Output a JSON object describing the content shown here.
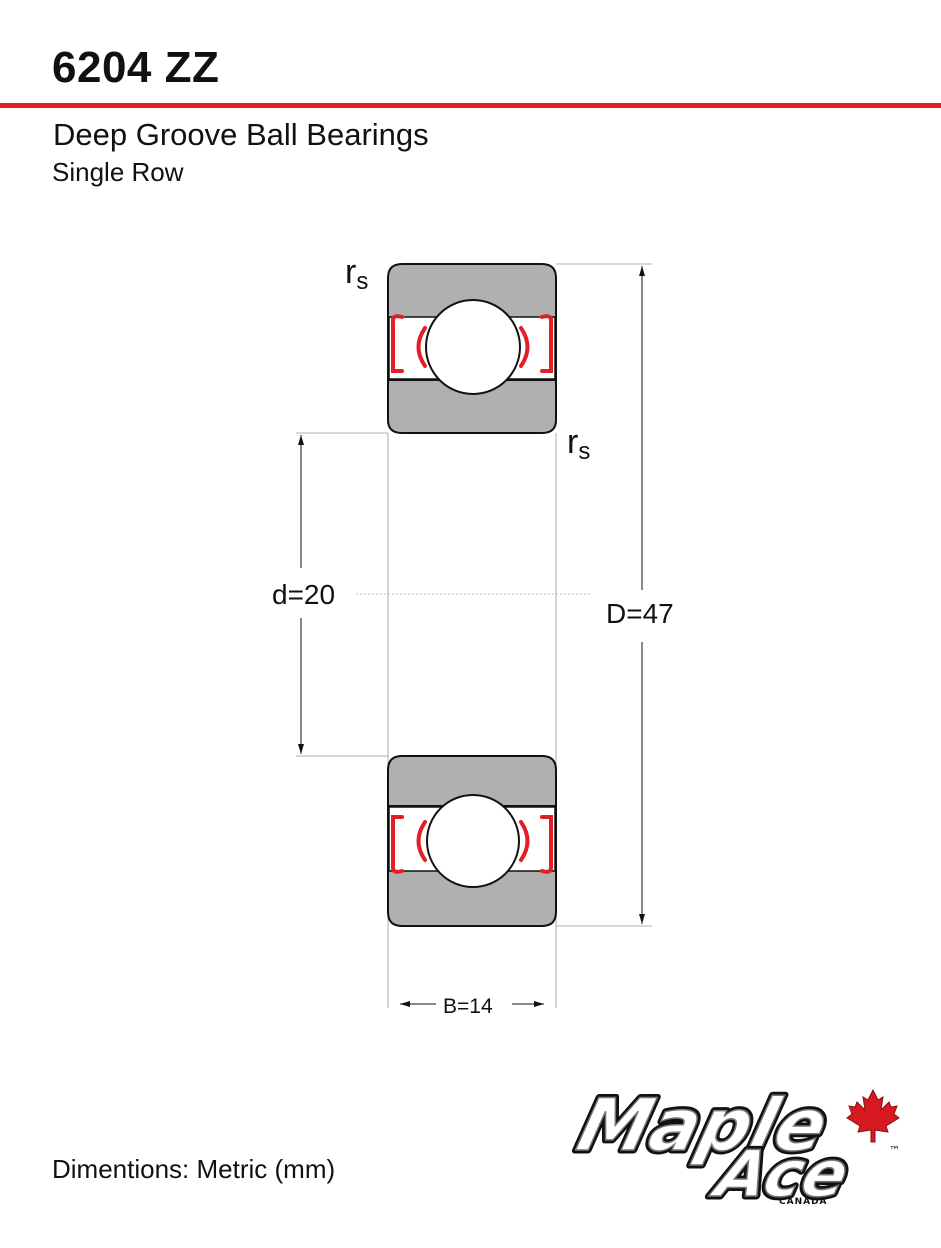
{
  "header": {
    "part_number": "6204 ZZ",
    "accent_color": "#e31e24",
    "product_type": "Deep Groove Ball Bearings",
    "row_type": "Single Row"
  },
  "diagram": {
    "radius_label_main": "r",
    "radius_label_sub": "s",
    "bore_label": "d=20",
    "outer_diameter_label": "D=47",
    "width_label": "B=14",
    "ring_color": "#b0b0b0",
    "seal_color": "#e31e24"
  },
  "footer": {
    "units_note": "Dimentions: Metric (mm)"
  },
  "logo": {
    "line1": "Maple",
    "line2": "Ace",
    "country": "CANADA",
    "trademark": "™",
    "leaf_icon": "maple-leaf-icon"
  }
}
